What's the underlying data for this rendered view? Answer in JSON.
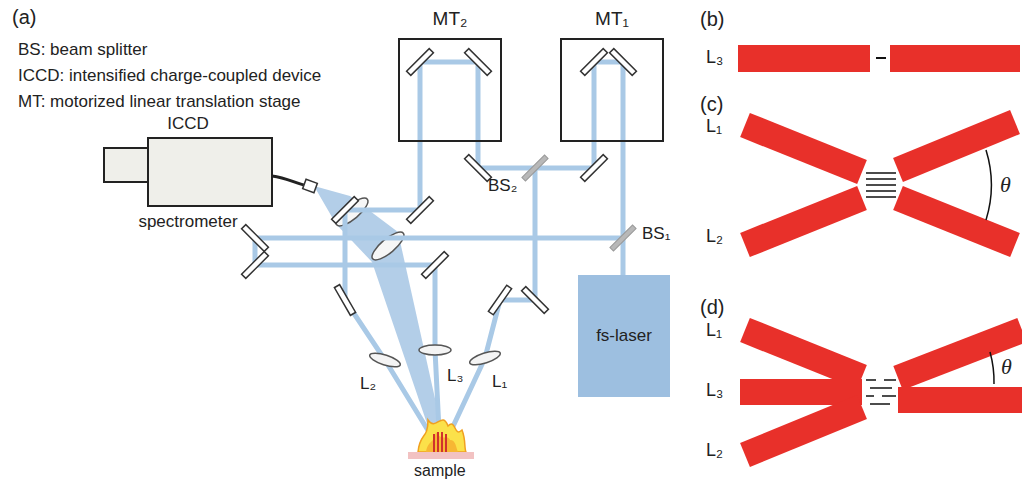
{
  "diagram": {
    "nodes": [
      {
        "text": [
          "MT₂"
        ]
      },
      {
        "text": [
          "MT₁"
        ]
      },
      {
        "text": [
          "ICCD",
          "spectrometer"
        ]
      },
      {
        "text": [
          "fs-laser"
        ]
      }
    ],
    "labels": [
      "(a)",
      "BS: beam splitter",
      "ICCD: intensified charge-coupled device",
      "MT: motorized linear translation stage",
      "BS₂",
      "BS₁",
      "L₂",
      "L₃",
      "L₁",
      "sample",
      "(b)",
      "L₃",
      "(c)",
      "L₁",
      "L₂",
      "θ",
      "(d)",
      "L₁",
      "L₃",
      "L₂",
      "θ"
    ]
  }
}
